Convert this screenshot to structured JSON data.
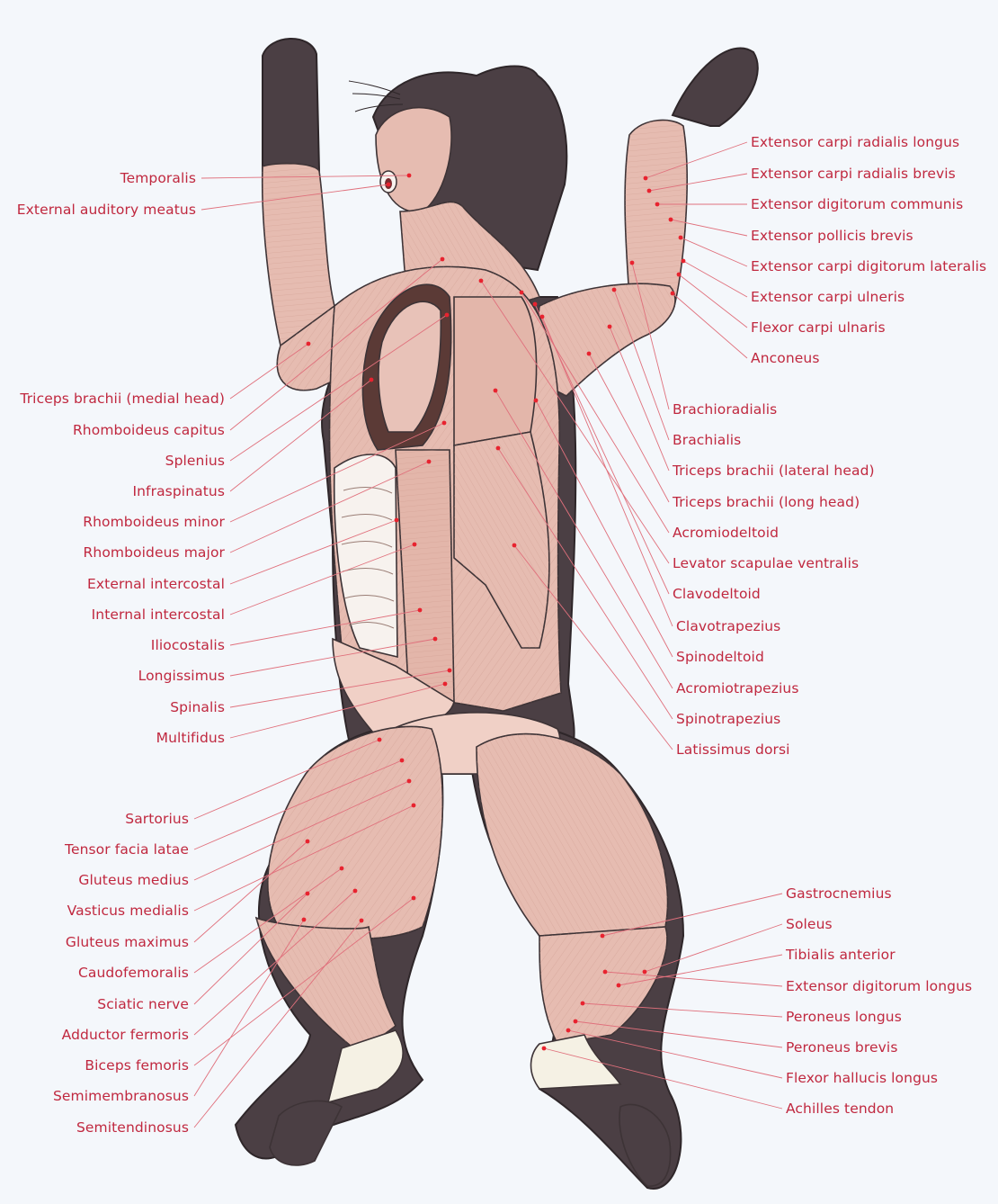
{
  "colors": {
    "label": "#c0283f",
    "leader": "#e0707c",
    "marker": "#e8232f",
    "fur": "#4b3f44",
    "muscle": "#e6bcb1",
    "muscle_dark": "#d7a497",
    "background": "#f4f7fb"
  },
  "labels_left": [
    "Temporalis",
    "External auditory meatus",
    "Triceps brachii (medial head)",
    "Rhomboideus capitus",
    "Splenius",
    "Infraspinatus",
    "Rhomboideus minor",
    "Rhomboideus major",
    "External intercostal",
    "Internal intercostal",
    "Iliocostalis",
    "Longissimus",
    "Spinalis",
    "Multifidus",
    "Sartorius",
    "Tensor facia latae",
    "Gluteus medius",
    "Vasticus medialis",
    "Gluteus maximus",
    "Caudofemoralis",
    "Sciatic nerve",
    "Adductor fermoris",
    "Biceps femoris",
    "Semimembranosus",
    "Semitendinosus"
  ],
  "labels_right": [
    "Extensor carpi radialis longus",
    "Extensor carpi radialis brevis",
    "Extensor digitorum communis",
    "Extensor pollicis brevis",
    "Extensor carpi digitorum lateralis",
    "Extensor carpi ulneris",
    "Flexor carpi ulnaris",
    "Anconeus",
    "Brachioradialis",
    "Brachialis",
    "Triceps brachii (lateral head)",
    "Triceps brachii (long head)",
    "Acromiodeltoid",
    "Levator scapulae ventralis",
    "Clavodeltoid",
    "Clavotrapezius",
    "Spinodeltoid",
    "Acromiotrapezius",
    "Spinotrapezius",
    "Latissimus dorsi",
    "Gastrocnemius",
    "Soleus",
    "Tibialis anterior",
    "Extensor digitorum longus",
    "Peroneus longus",
    "Peroneus brevis",
    "Flexor hallucis longus",
    "Achilles tendon"
  ]
}
